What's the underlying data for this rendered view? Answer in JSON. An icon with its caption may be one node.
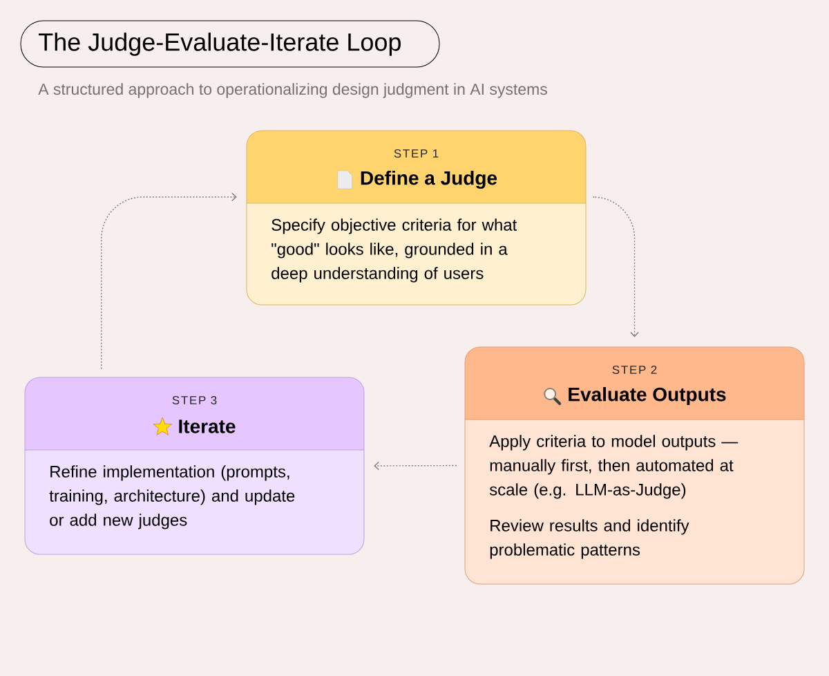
{
  "diagram": {
    "title": "The Judge-Evaluate-Iterate Loop",
    "nodes": [
      {
        "text": [
          "STEP 1",
          "Define a Judge",
          "Specify objective criteria for what \"good\" looks like, grounded in a deep understanding of users"
        ]
      },
      {
        "text": [
          "STEP 2",
          "Evaluate Outputs",
          "Apply criteria to model outputs — manually first, then automated at scale (e.g. LLM-as-Judge)",
          "Review results and identify problematic patterns"
        ]
      },
      {
        "text": [
          "STEP 3",
          "Iterate",
          "Refine implementation (prompts, training, architecture) and update or add new judges"
        ]
      }
    ],
    "edges": [
      {
        "from": 0,
        "to": 1,
        "arrow": "to",
        "style": "dashed"
      },
      {
        "from": 1,
        "to": 2,
        "arrow": "to",
        "style": "dashed"
      },
      {
        "from": 2,
        "to": 0,
        "arrow": "to",
        "style": "dashed"
      }
    ],
    "labels": [
      "A structured approach to operationalizing design judgment in AI systems"
    ]
  }
}
